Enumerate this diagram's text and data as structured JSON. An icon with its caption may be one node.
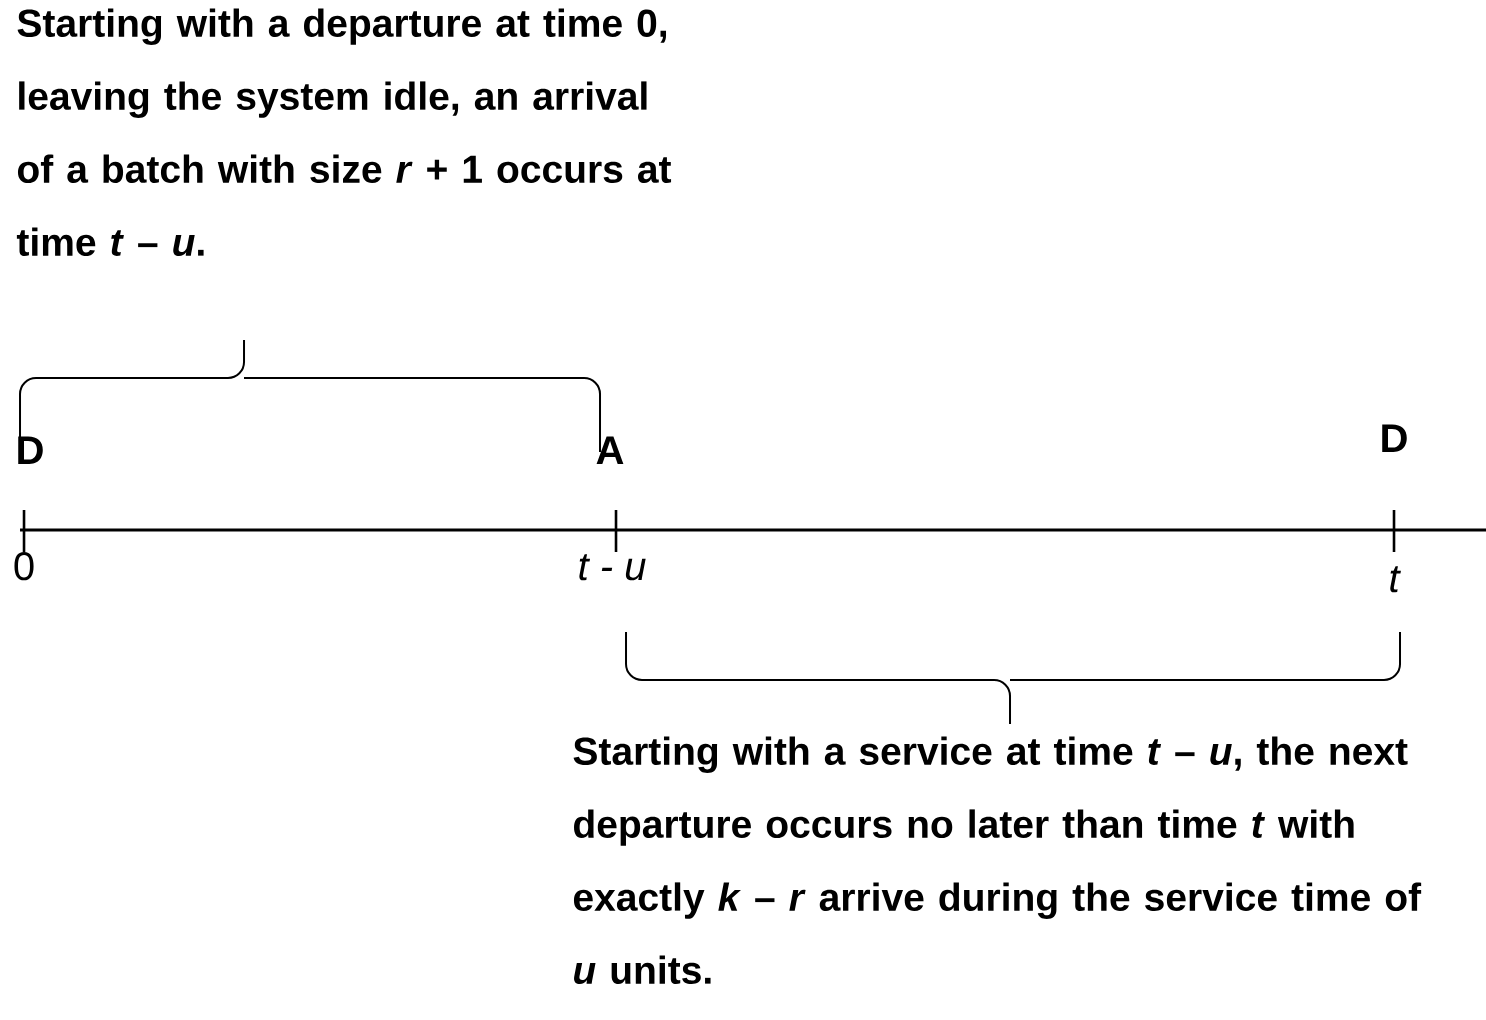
{
  "diagram": {
    "labels": [
      "Starting with a departure at time 0, leaving the system idle, an arrival of a batch with size *r* + 1 occurs at time *t* – *u*.",
      "D",
      "A",
      "D",
      "0",
      "t - u",
      "t",
      "Starting with a service at time *t* – *u*, the next departure occurs no later than time *t* with exactly *k* – *r* arrive during the service time  of *u* units."
    ]
  }
}
